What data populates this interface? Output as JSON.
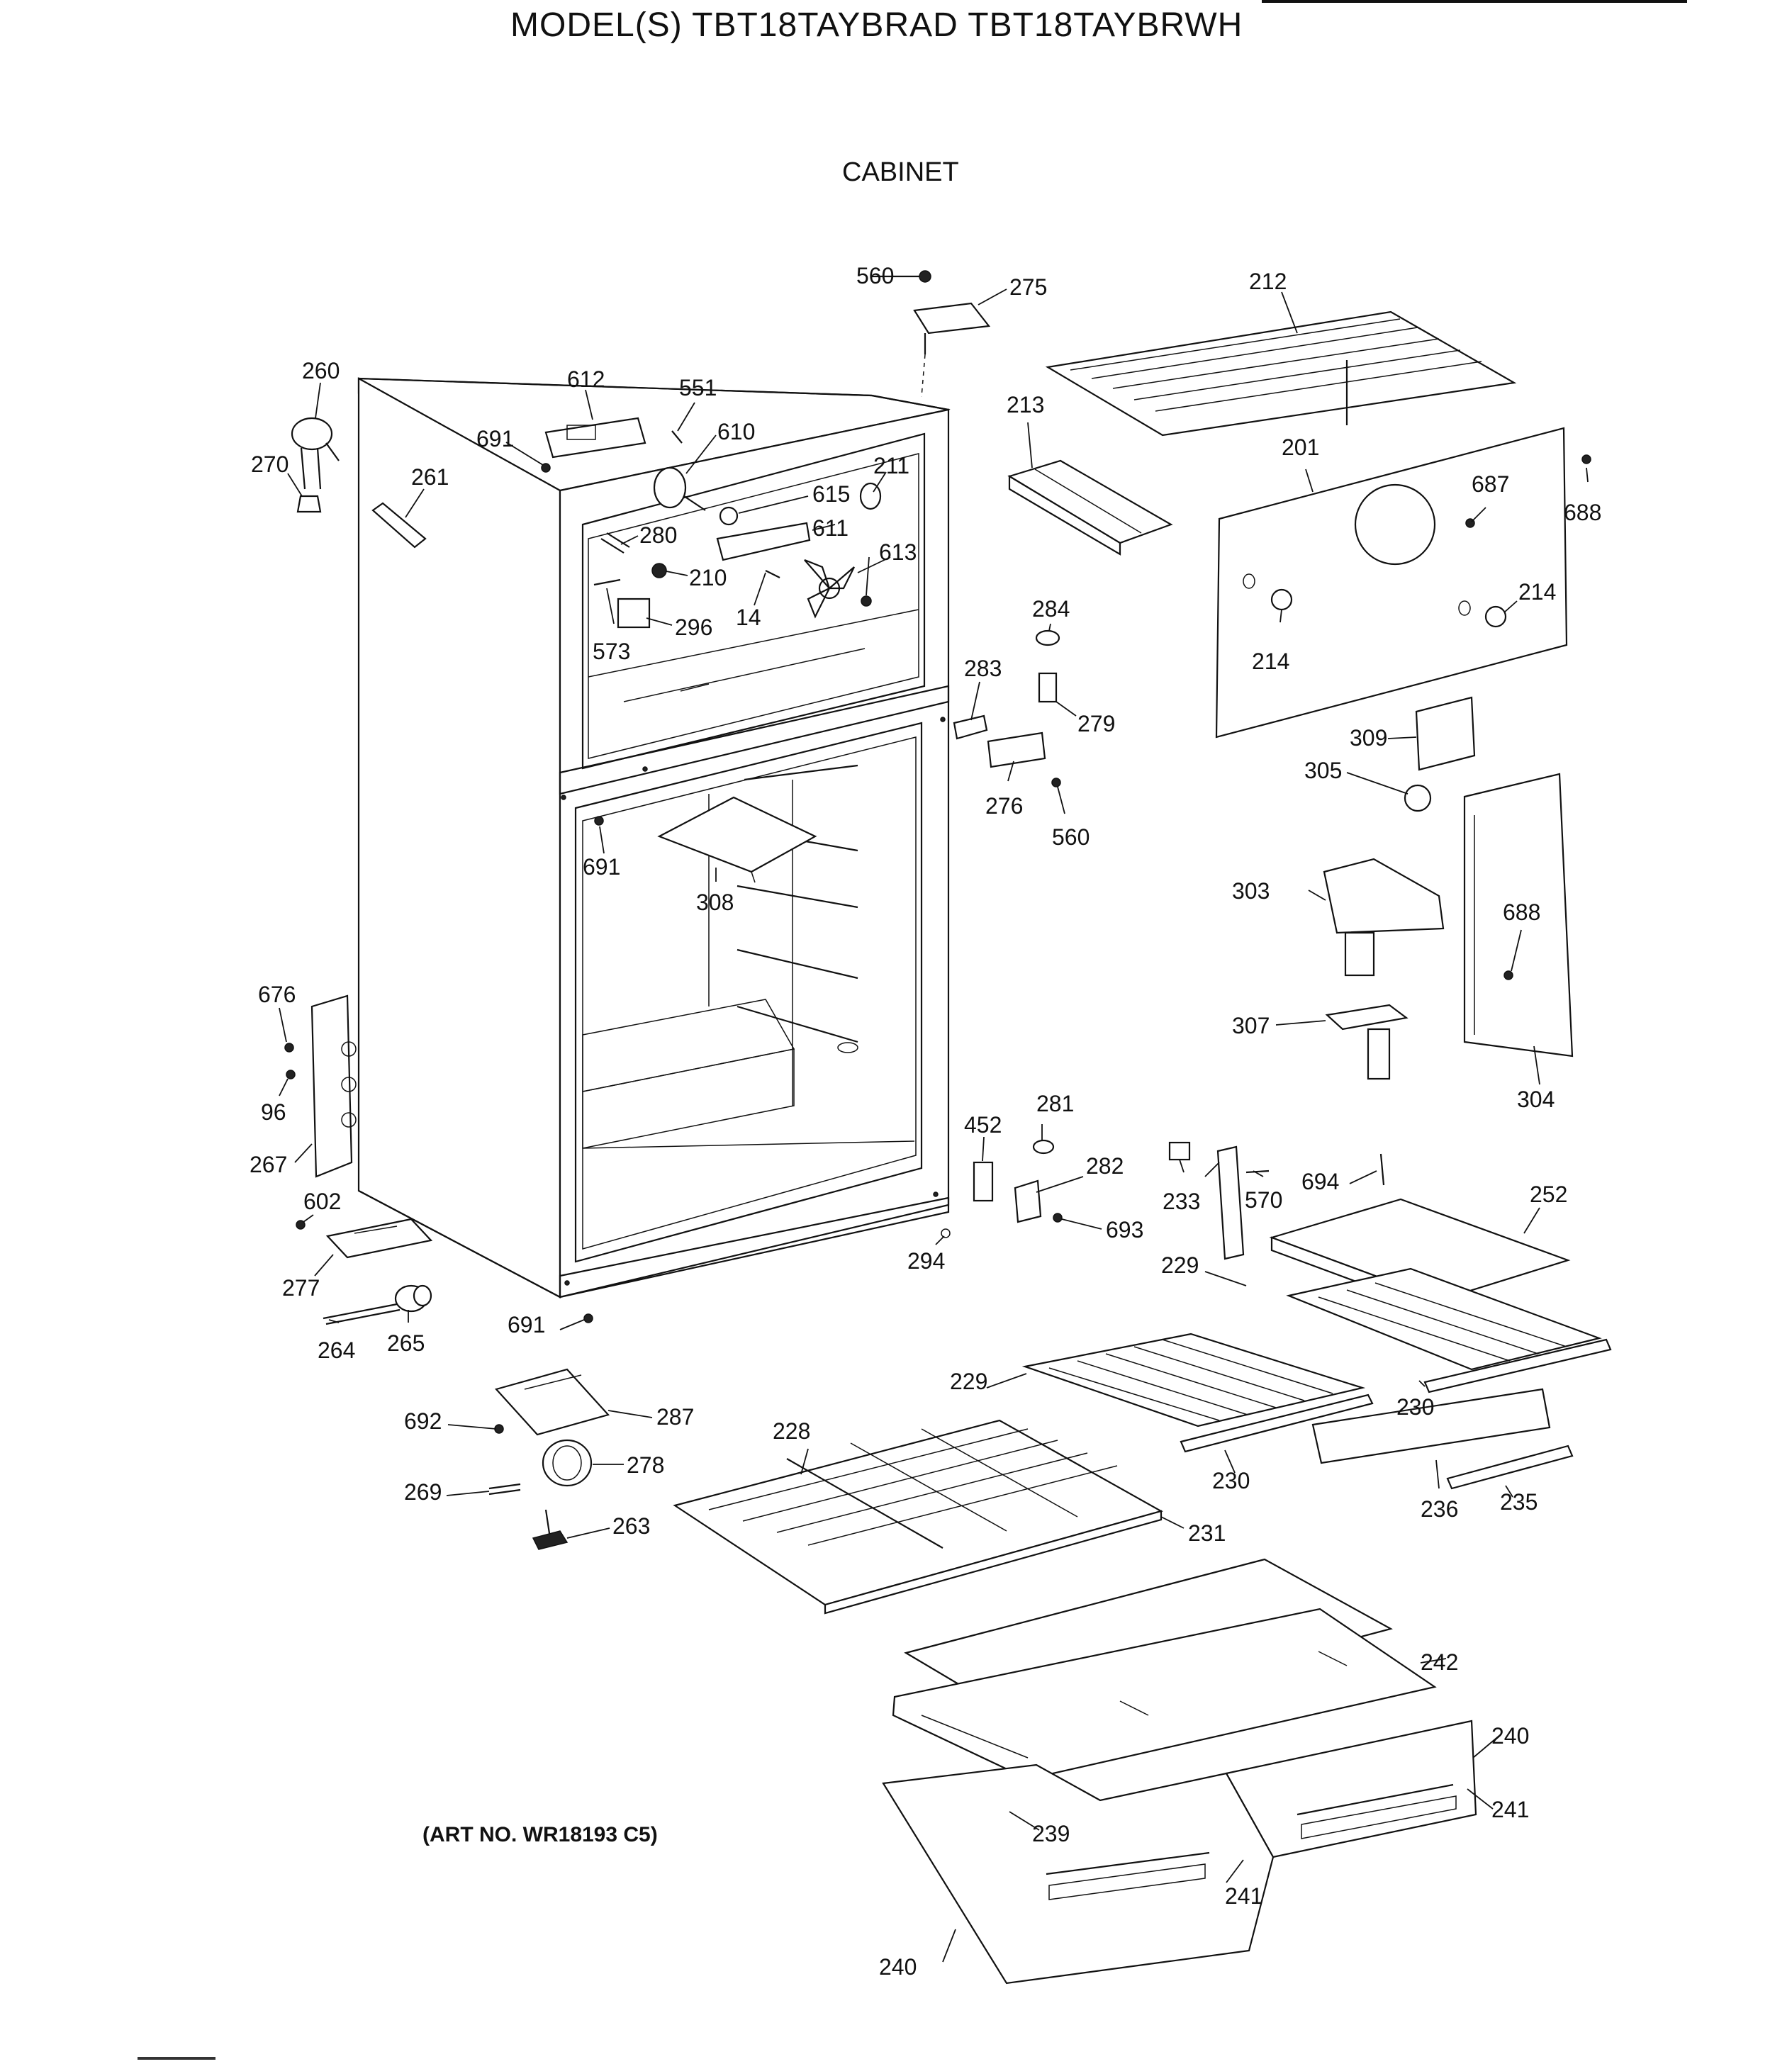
{
  "header": {
    "model_title": "MODEL(S) TBT18TAYBRAD  TBT18TAYBRWH",
    "section_title": "CABINET"
  },
  "footer": {
    "art_number": "(ART NO. WR18193 C5)"
  },
  "diagram": {
    "callouts": [
      "560",
      "275",
      "212",
      "260",
      "612",
      "551",
      "691",
      "610",
      "270",
      "615",
      "261",
      "211",
      "611",
      "613",
      "280",
      "210",
      "296",
      "573",
      "14",
      "213",
      "201",
      "687",
      "688",
      "214",
      "214",
      "284",
      "283",
      "279",
      "276",
      "560",
      "309",
      "305",
      "691",
      "308",
      "303",
      "688",
      "307",
      "304",
      "676",
      "96",
      "267",
      "602",
      "277",
      "264",
      "265",
      "691",
      "452",
      "281",
      "282",
      "693",
      "294",
      "233",
      "570",
      "694",
      "252",
      "229",
      "229",
      "230",
      "230",
      "236",
      "235",
      "692",
      "287",
      "278",
      "269",
      "263",
      "228",
      "231",
      "242",
      "240",
      "241",
      "239",
      "241",
      "240"
    ]
  }
}
